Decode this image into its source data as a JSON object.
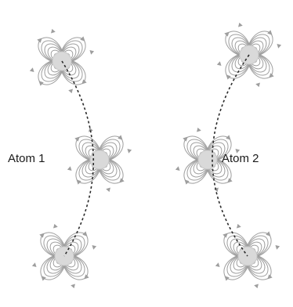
{
  "labels": {
    "atom1": "Atom 1",
    "atom2": "Atom 2"
  },
  "colors": {
    "background": "#ffffff",
    "nucleus": "#d9d9d9",
    "field_line": "#9e9e9e",
    "axis": "#2b2b2b",
    "label": "#1a1a1a"
  },
  "icons": {
    "nucleus": "nucleus-circle",
    "lobe": "field-loop-lobe",
    "axis": "dashed-curve"
  },
  "atoms": [
    {
      "id": "atom-1",
      "label_key": "atom1",
      "groups": 3,
      "lobes_per_group": 4
    },
    {
      "id": "atom-2",
      "label_key": "atom2",
      "groups": 3,
      "lobes_per_group": 4
    }
  ]
}
